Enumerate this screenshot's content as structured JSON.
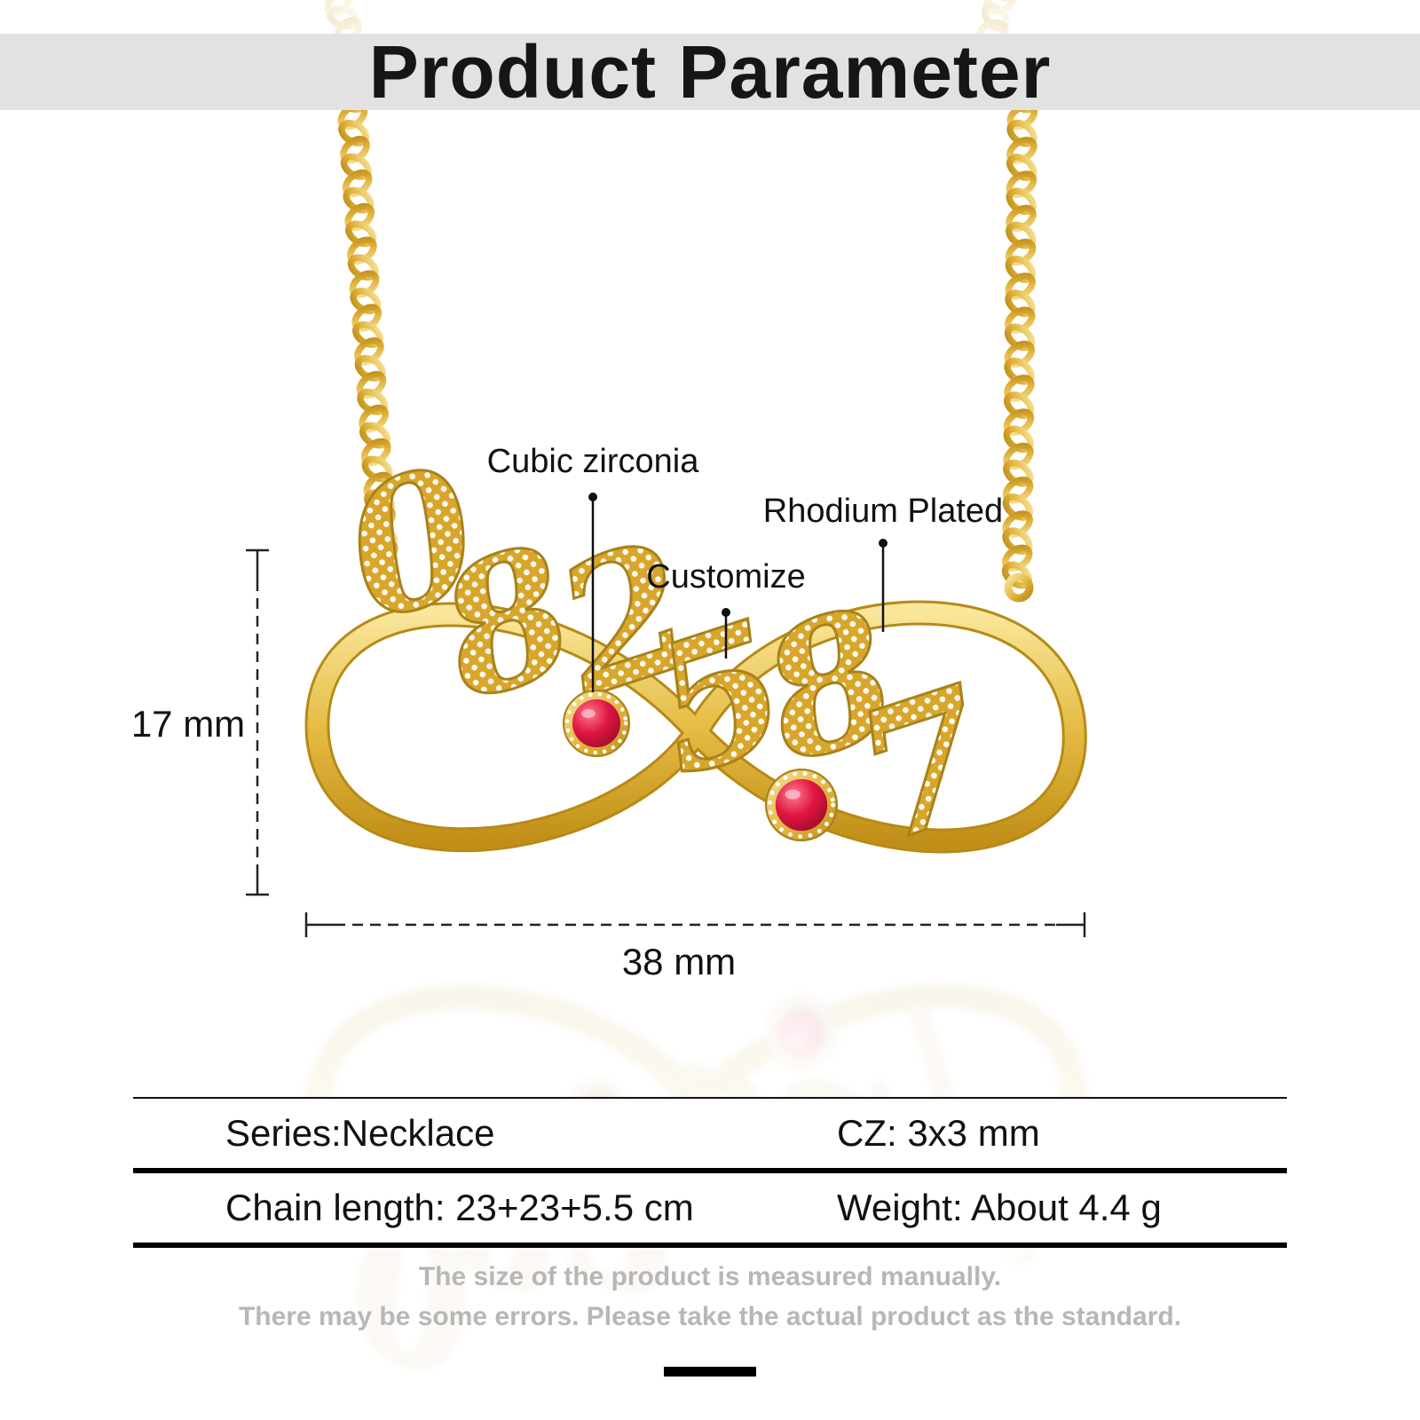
{
  "header": {
    "title": "Product Parameter"
  },
  "pendant": {
    "numbers": [
      "08",
      "25",
      "87"
    ]
  },
  "annotations": {
    "cubic_zirconia": "Cubic zirconia",
    "customize": "Customize",
    "rhodium_plated": "Rhodium Plated"
  },
  "dimensions": {
    "height": "17 mm",
    "width": "38 mm"
  },
  "specs": {
    "series": "Series:Necklace",
    "cz": "CZ: 3x3 mm",
    "chain_length": "Chain length: 23+23+5.5 cm",
    "weight": "Weight: About 4.4 g"
  },
  "footer": {
    "line1": "The size of the product is measured manually.",
    "line2": "There may be some errors. Please take the actual product as the standard."
  },
  "colors": {
    "header_bg": "#e2e2e2",
    "gold_light": "#f9e79b",
    "gold": "#dcab2f",
    "gold_dark": "#b08414",
    "gem_red": "#d40f3c"
  }
}
